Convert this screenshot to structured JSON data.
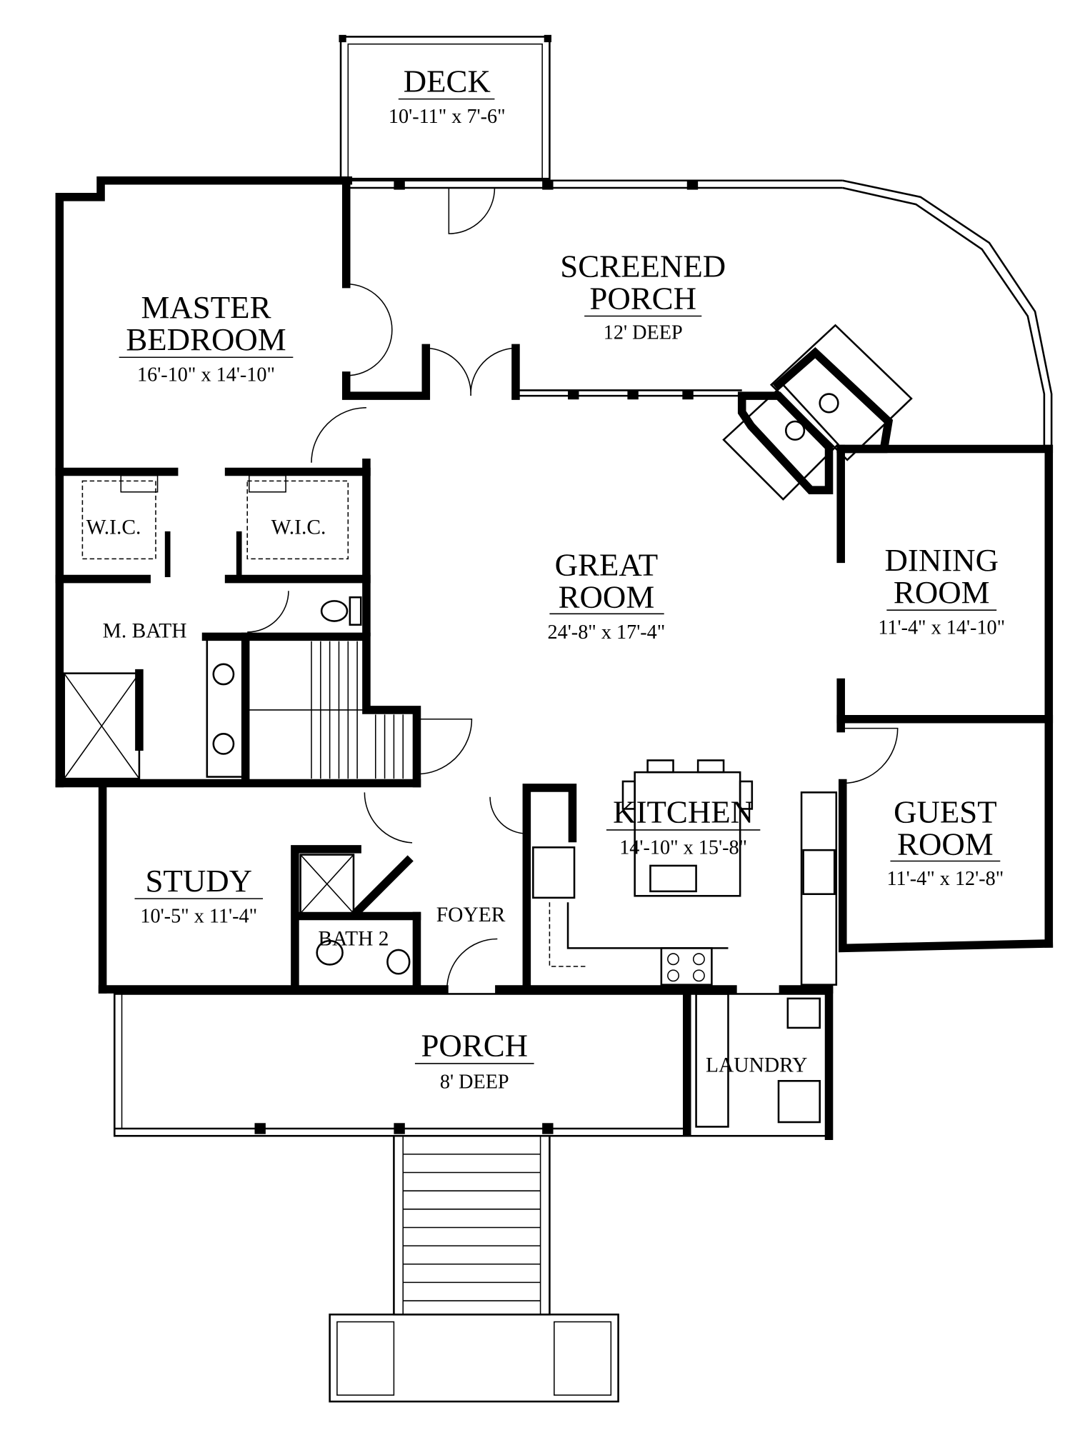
{
  "rooms": {
    "deck": {
      "name": "DECK",
      "dims": "10'-11\" x 7'-6\""
    },
    "screened_porch": {
      "name_line1": "SCREENED",
      "name_line2": "PORCH",
      "dims": "12' DEEP"
    },
    "master_bedroom": {
      "name_line1": "MASTER",
      "name_line2": "BEDROOM",
      "dims": "16'-10\" x 14'-10\""
    },
    "wic_left": {
      "name": "W.I.C."
    },
    "wic_right": {
      "name": "W.I.C."
    },
    "master_bath": {
      "name": "M. BATH"
    },
    "great_room": {
      "name_line1": "GREAT",
      "name_line2": "ROOM",
      "dims": "24'-8\" x 17'-4\""
    },
    "dining_room": {
      "name_line1": "DINING",
      "name_line2": "ROOM",
      "dims": "11'-4\" x 14'-10\""
    },
    "kitchen": {
      "name": "KITCHEN",
      "dims": "14'-10\" x 15'-8\""
    },
    "guest_room": {
      "name_line1": "GUEST",
      "name_line2": "ROOM",
      "dims": "11'-4\" x 12'-8\""
    },
    "study": {
      "name": "STUDY",
      "dims": "10'-5\" x 11'-4\""
    },
    "bath2": {
      "name": "BATH 2"
    },
    "foyer": {
      "name": "FOYER"
    },
    "porch": {
      "name": "PORCH",
      "dims": "8' DEEP"
    },
    "laundry": {
      "name": "LAUNDRY"
    }
  }
}
